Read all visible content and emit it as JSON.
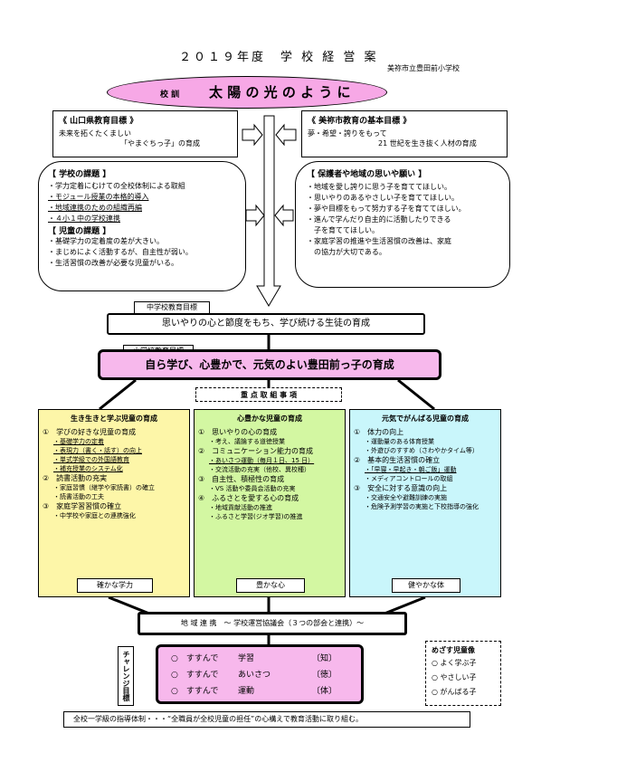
{
  "header": {
    "title": "２０１９年度　学 校 経 営 案",
    "school": "美祢市立豊田前小学校"
  },
  "motto": {
    "label": "校 訓",
    "text": "太 陽 の 光 の よ う に"
  },
  "prefecture_goal": {
    "heading": "《 山口県教育目標 》",
    "line1": "未来を拓くたくましい",
    "line2": "「やまぐちっ子」の育成"
  },
  "city_goal": {
    "heading": "《 美祢市教育の基本目標 》",
    "line1": "夢・希望・誇りをもって",
    "line2": "21 世紀を生き抜く人材の育成"
  },
  "school_issues": {
    "heading": "【 学校の課題 】",
    "items": [
      "・学力定着にむけての全校体制による取組",
      "・モジュール授業の本格的導入",
      "・地域連携のための組織再編",
      "・４小１中の学校連携"
    ],
    "heading2": "【 児童の課題 】",
    "items2": [
      "・基礎学力の定着度の差が大きい。",
      "・まじめによく活動するが、自主性が弱い。",
      "・生活習慣の改善が必要な児童がいる。"
    ]
  },
  "parent_wishes": {
    "heading": "【 保護者や地域の思いや願い 】",
    "items": [
      "・地域を愛し誇りに思う子を育ててほしい。",
      "・思いやりのあるやさしい子を育ててほしい。",
      "・夢や目標をもって努力する子を育ててほしい。",
      "・進んで学んだり自主的に活動したりできる",
      "　子を育ててほしい。",
      "・家庭学習の推進や生活習慣の改善は、家庭",
      "　の協力が大切である。"
    ]
  },
  "jhs_goal": {
    "tag": "中学校教育目標",
    "text": "思いやりの心と節度をもち、学び続ける生徒の育成"
  },
  "es_goal": {
    "tag": "小学校教育目標",
    "text": "自ら学び、心豊かで、元気のよい豊田前っ子の育成"
  },
  "focus_label": "重 点 取 組 事 項",
  "columns": [
    {
      "title": "生き生きと学ぶ児童の育成",
      "color": "#fdf6a8",
      "blocks": [
        {
          "head": "①　学びの好きな児童の育成",
          "subs": [
            "・基礎学力の定着",
            "・表現力（書く・話す）の向上",
            "・単式学級での外国語教育",
            "・補充授業のシステム化"
          ]
        },
        {
          "head": "②　読書活動の充実",
          "subs": [
            "・家庭習慣（継学や家読書）の確立",
            "・読書活動の工夫"
          ]
        },
        {
          "head": "③　家庭学習習慣の確立",
          "subs": [
            "・中学校や家庭との連携強化"
          ]
        }
      ],
      "footer": "確かな学力"
    },
    {
      "title": "心豊かな児童の育成",
      "color": "#d3f7a2",
      "blocks": [
        {
          "head": "①　思いやりの心の育成",
          "subs": [
            "・考え、議論する道徳授業"
          ]
        },
        {
          "head": "②　コミュニケーション能力の育成",
          "subs": [
            "・あいさつ運動（毎月１日、15 日）",
            "・交流活動の充実（他校、異校種）"
          ]
        },
        {
          "head": "③　自主性、積極性の育成",
          "subs": [
            "・VS 活動や委員会活動の充実"
          ]
        },
        {
          "head": "④　ふるさとを愛する心の育成",
          "subs": [
            "・地域貢献活動の推進",
            "・ふるさと学習(ジオ学習)の推進"
          ]
        }
      ],
      "footer": "豊かな心"
    },
    {
      "title": "元気でがんばる児童の育成",
      "color": "#c9f6fb",
      "blocks": [
        {
          "head": "①　体力の向上",
          "subs": [
            "・運動量のある体育授業",
            "・外遊びのすすめ（さわやかタイム等）"
          ]
        },
        {
          "head": "②　基本的生活習慣の確立",
          "subs": [
            "・「早寝・早起き・朝ご飯」運動",
            "・メディアコントロールの取組"
          ]
        },
        {
          "head": "③　安全に対する意識の向上",
          "subs": [
            "・交通安全や避難訓練の実施",
            "・危険予測学習の実施と下校指導の強化"
          ]
        }
      ],
      "footer": "健やかな体"
    }
  ],
  "community": "地 域 連 携　～ 学校運営協議会（３つの部会と連携）～",
  "challenge": {
    "label": "チャレンジ目標",
    "rows": [
      {
        "a": "○　すすんで",
        "b": "学習",
        "c": "〔知〕"
      },
      {
        "a": "○　すすんで",
        "b": "あいさつ",
        "c": "〔徳〕"
      },
      {
        "a": "○　すすんで",
        "b": "運動",
        "c": "〔体〕"
      }
    ]
  },
  "ideal": {
    "heading": "めざす児童像",
    "items": [
      "○ よく学ぶ子",
      "○ やさしい子",
      "○ がんばる子"
    ]
  },
  "footer_note": "全校一学級の指導体制・・・“全職員が全校児童の担任”の心構えで教育活動に取り組む。"
}
